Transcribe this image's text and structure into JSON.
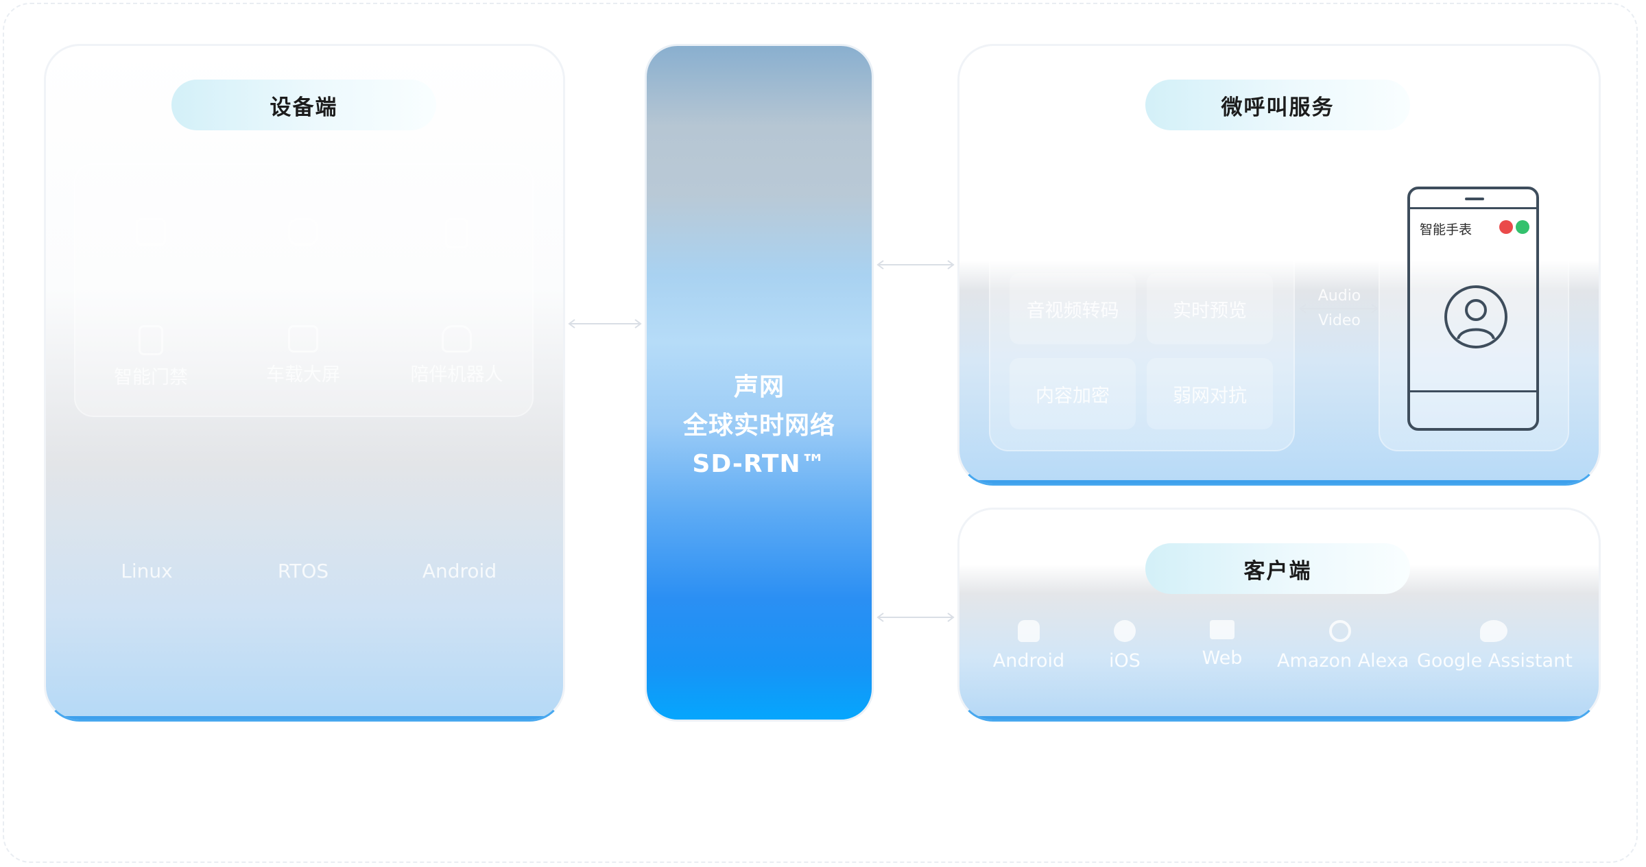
{
  "device_panel": {
    "title": "设备端",
    "devices": [
      {
        "label": "",
        "icon": "camera-icon"
      },
      {
        "label": "",
        "icon": "watch-icon"
      },
      {
        "label": "",
        "icon": "tablet-icon"
      },
      {
        "label": "智能门禁",
        "icon": "door-access-icon"
      },
      {
        "label": "车载大屏",
        "icon": "car-screen-icon"
      },
      {
        "label": "陪伴机器人",
        "icon": "robot-icon"
      }
    ],
    "os": [
      "Linux",
      "RTOS",
      "Android"
    ]
  },
  "network": {
    "line1": "声网",
    "line2": "全球实时网络",
    "line3": "SD-RTN™"
  },
  "service_panel": {
    "title": "微呼叫服务",
    "features": [
      "",
      "",
      "音视频转码",
      "实时预览",
      "内容加密",
      "弱网对抗"
    ],
    "av_labels": [
      "Audio",
      "Video"
    ],
    "phone": {
      "title": "智能手表"
    }
  },
  "client_panel": {
    "title": "客户端",
    "clients": [
      {
        "label": "Android",
        "icon": "android-icon"
      },
      {
        "label": "iOS",
        "icon": "apple-icon"
      },
      {
        "label": "Web",
        "icon": "monitor-icon"
      },
      {
        "label": "Amazon Alexa",
        "icon": "alexa-icon"
      },
      {
        "label": "Google Assistant",
        "icon": "google-assistant-icon"
      }
    ]
  },
  "colors": {
    "accent_blue": "#48a8ef",
    "phone_stroke": "#3e4d5c",
    "hangup_red": "#ea4a4a",
    "video_green": "#33c16d"
  }
}
